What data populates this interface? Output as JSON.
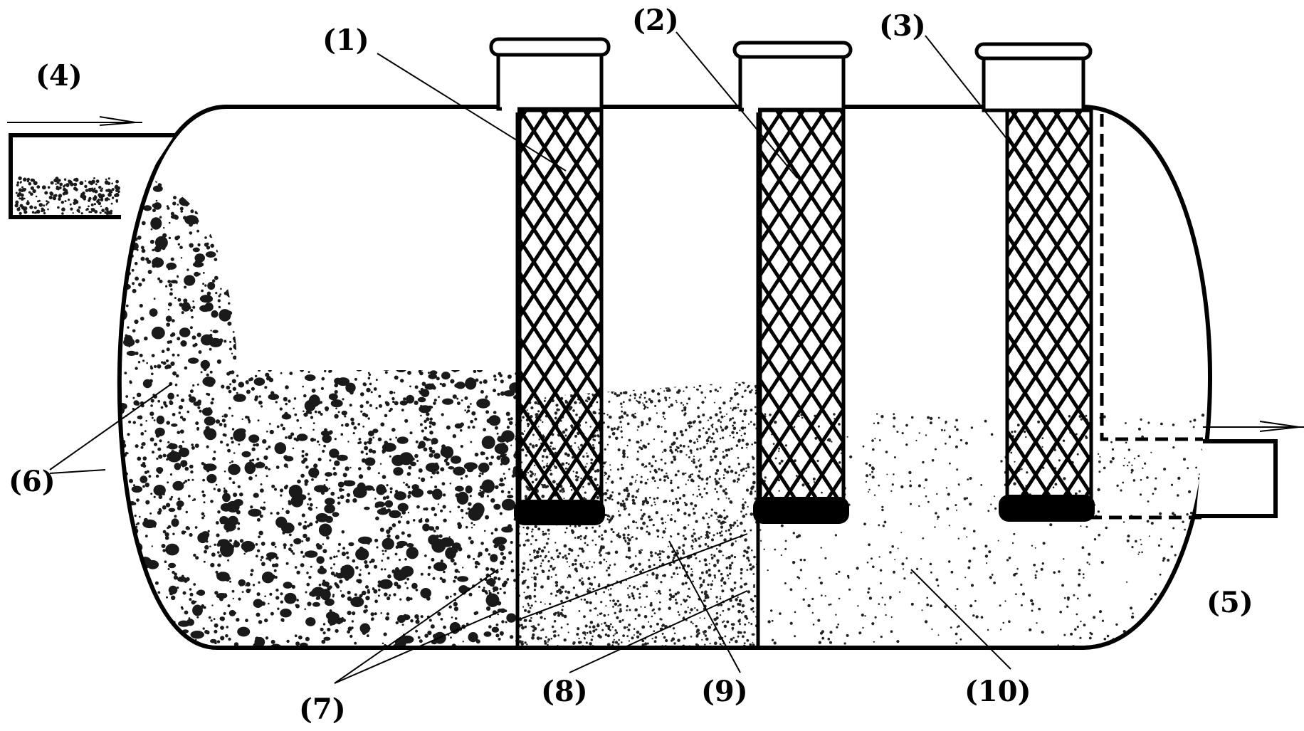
{
  "diagram": {
    "labels": {
      "l1": "(1)",
      "l2": "(2)",
      "l3": "(3)",
      "l4": "(4)",
      "l5": "(5)",
      "l6": "(6)",
      "l7": "(7)",
      "l8": "(8)",
      "l9": "(9)",
      "l10": "(10)"
    },
    "colors": {
      "outline": "#000000",
      "background": "#ffffff",
      "sludge": "#1a1a1a",
      "particles": "#222222"
    }
  }
}
